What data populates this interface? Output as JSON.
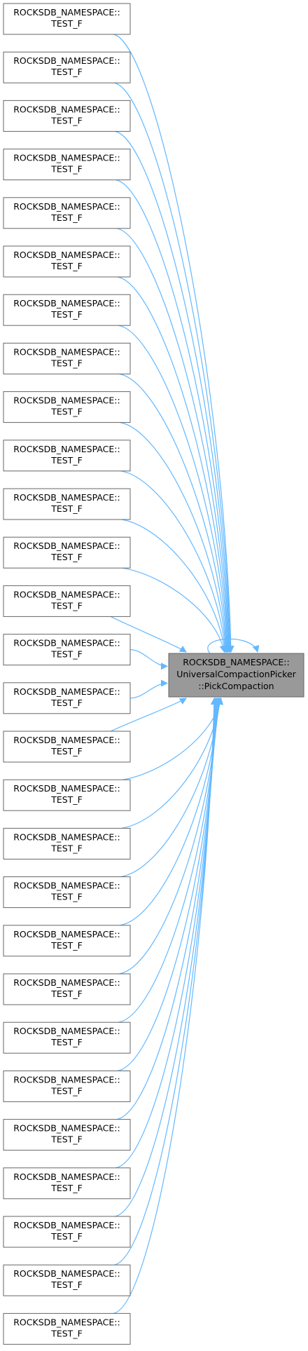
{
  "diagram": {
    "type": "call-graph",
    "target": {
      "lines": [
        "ROCKSDB_NAMESPACE::",
        "UniversalCompactionPicker",
        "::PickCompaction"
      ],
      "fill": "#999999",
      "stroke": "#666666",
      "has_self_loop": true
    },
    "edge_color": "#63b8ff",
    "node_border_color": "#666666",
    "callers": [
      {
        "lines": [
          "ROCKSDB_NAMESPACE::",
          "TEST_F"
        ]
      },
      {
        "lines": [
          "ROCKSDB_NAMESPACE::",
          "TEST_F"
        ]
      },
      {
        "lines": [
          "ROCKSDB_NAMESPACE::",
          "TEST_F"
        ]
      },
      {
        "lines": [
          "ROCKSDB_NAMESPACE::",
          "TEST_F"
        ]
      },
      {
        "lines": [
          "ROCKSDB_NAMESPACE::",
          "TEST_F"
        ]
      },
      {
        "lines": [
          "ROCKSDB_NAMESPACE::",
          "TEST_F"
        ]
      },
      {
        "lines": [
          "ROCKSDB_NAMESPACE::",
          "TEST_F"
        ]
      },
      {
        "lines": [
          "ROCKSDB_NAMESPACE::",
          "TEST_F"
        ]
      },
      {
        "lines": [
          "ROCKSDB_NAMESPACE::",
          "TEST_F"
        ]
      },
      {
        "lines": [
          "ROCKSDB_NAMESPACE::",
          "TEST_F"
        ]
      },
      {
        "lines": [
          "ROCKSDB_NAMESPACE::",
          "TEST_F"
        ]
      },
      {
        "lines": [
          "ROCKSDB_NAMESPACE::",
          "TEST_F"
        ]
      },
      {
        "lines": [
          "ROCKSDB_NAMESPACE::",
          "TEST_F"
        ]
      },
      {
        "lines": [
          "ROCKSDB_NAMESPACE::",
          "TEST_F"
        ]
      },
      {
        "lines": [
          "ROCKSDB_NAMESPACE::",
          "TEST_F"
        ]
      },
      {
        "lines": [
          "ROCKSDB_NAMESPACE::",
          "TEST_F"
        ]
      },
      {
        "lines": [
          "ROCKSDB_NAMESPACE::",
          "TEST_F"
        ]
      },
      {
        "lines": [
          "ROCKSDB_NAMESPACE::",
          "TEST_F"
        ]
      },
      {
        "lines": [
          "ROCKSDB_NAMESPACE::",
          "TEST_F"
        ]
      },
      {
        "lines": [
          "ROCKSDB_NAMESPACE::",
          "TEST_F"
        ]
      },
      {
        "lines": [
          "ROCKSDB_NAMESPACE::",
          "TEST_F"
        ]
      },
      {
        "lines": [
          "ROCKSDB_NAMESPACE::",
          "TEST_F"
        ]
      },
      {
        "lines": [
          "ROCKSDB_NAMESPACE::",
          "TEST_F"
        ]
      },
      {
        "lines": [
          "ROCKSDB_NAMESPACE::",
          "TEST_F"
        ]
      },
      {
        "lines": [
          "ROCKSDB_NAMESPACE::",
          "TEST_F"
        ]
      },
      {
        "lines": [
          "ROCKSDB_NAMESPACE::",
          "TEST_F"
        ]
      },
      {
        "lines": [
          "ROCKSDB_NAMESPACE::",
          "TEST_F"
        ]
      },
      {
        "lines": [
          "ROCKSDB_NAMESPACE::",
          "TEST_F"
        ]
      }
    ]
  }
}
